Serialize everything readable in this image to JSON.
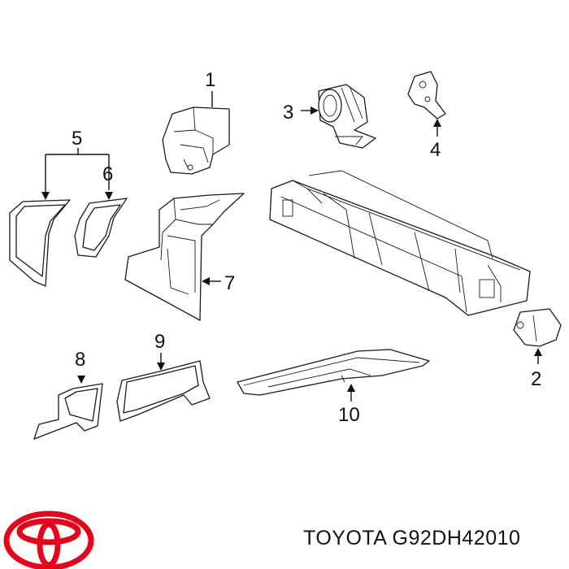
{
  "callouts": {
    "c1": "1",
    "c2": "2",
    "c3": "3",
    "c4": "4",
    "c5": "5",
    "c6": "6",
    "c7": "7",
    "c8": "8",
    "c9": "9",
    "c10": "10"
  },
  "footer": {
    "part_number": "TOYOTA G92DH42010",
    "logo": "toyota-logo"
  },
  "colors": {
    "line": "#1a1a1a",
    "logo_red": "#e3051b"
  }
}
